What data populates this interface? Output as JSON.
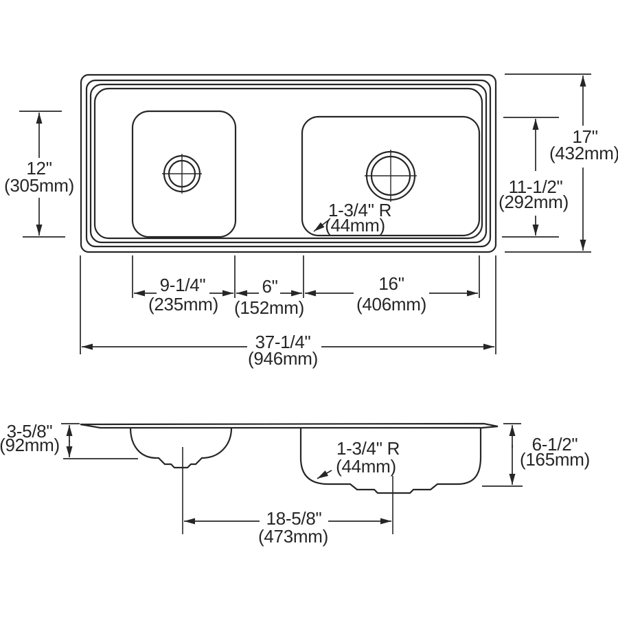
{
  "colors": {
    "line": "#262626",
    "background": "#ffffff"
  },
  "plan": {
    "radius_note": {
      "line1": "1-3/4\" R",
      "line2": "(44mm)"
    },
    "dims": {
      "left_bowl_length": {
        "inch": "12\"",
        "mm": "(305mm)"
      },
      "overall_length": {
        "inch": "17\"",
        "mm": "(432mm)"
      },
      "right_bowl_length": {
        "inch": "11-1/2\"",
        "mm": "(292mm)"
      },
      "left_bowl_width": {
        "inch": "9-1/4\"",
        "mm": "(235mm)"
      },
      "bowl_gap": {
        "inch": "6\"",
        "mm": "(152mm)"
      },
      "right_bowl_width": {
        "inch": "16\"",
        "mm": "(406mm)"
      },
      "overall_width": {
        "inch": "37-1/4\"",
        "mm": "(946mm)"
      }
    }
  },
  "elevation": {
    "radius_note": {
      "line1": "1-3/4\" R",
      "line2": "(44mm)"
    },
    "dims": {
      "left_bowl_depth": {
        "inch": "3-5/8\"",
        "mm": "(92mm)"
      },
      "overall_depth": {
        "inch": "6-1/2\"",
        "mm": "(165mm)"
      },
      "drain_centers": {
        "inch": "18-5/8\"",
        "mm": "(473mm)"
      }
    }
  }
}
